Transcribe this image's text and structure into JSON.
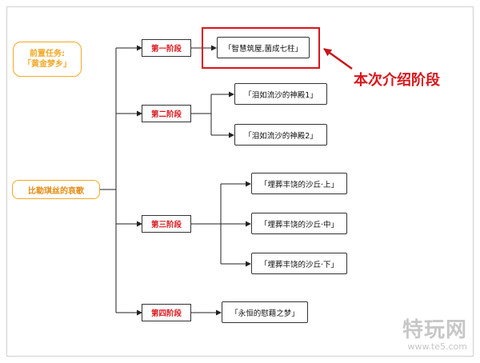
{
  "prerequisite": {
    "line1": "前置任务:",
    "line2": "「黄金梦乡」"
  },
  "root": {
    "label": "比勒琪丝的哀歌"
  },
  "stages": [
    {
      "label": "第一阶段"
    },
    {
      "label": "第二阶段"
    },
    {
      "label": "第三阶段"
    },
    {
      "label": "第四阶段"
    }
  ],
  "quests": [
    {
      "label": "「智慧筑屋,菌成七柱」"
    },
    {
      "label": "「泪如流沙的神殿1」"
    },
    {
      "label": "「泪如流沙的神殿2」"
    },
    {
      "label": "「埋葬丰饶的沙丘·上」"
    },
    {
      "label": "「埋葬丰饶的沙丘·中」"
    },
    {
      "label": "「埋葬丰饶的沙丘·下」"
    },
    {
      "label": "「永恒的慰藉之梦」"
    }
  ],
  "annotation": {
    "label": "本次介绍阶段"
  },
  "watermark": {
    "main": "特玩网",
    "url": "www.te5.com"
  },
  "colors": {
    "accent_red": "#d9161c",
    "orange": "#f3a825",
    "line": "#222222"
  }
}
